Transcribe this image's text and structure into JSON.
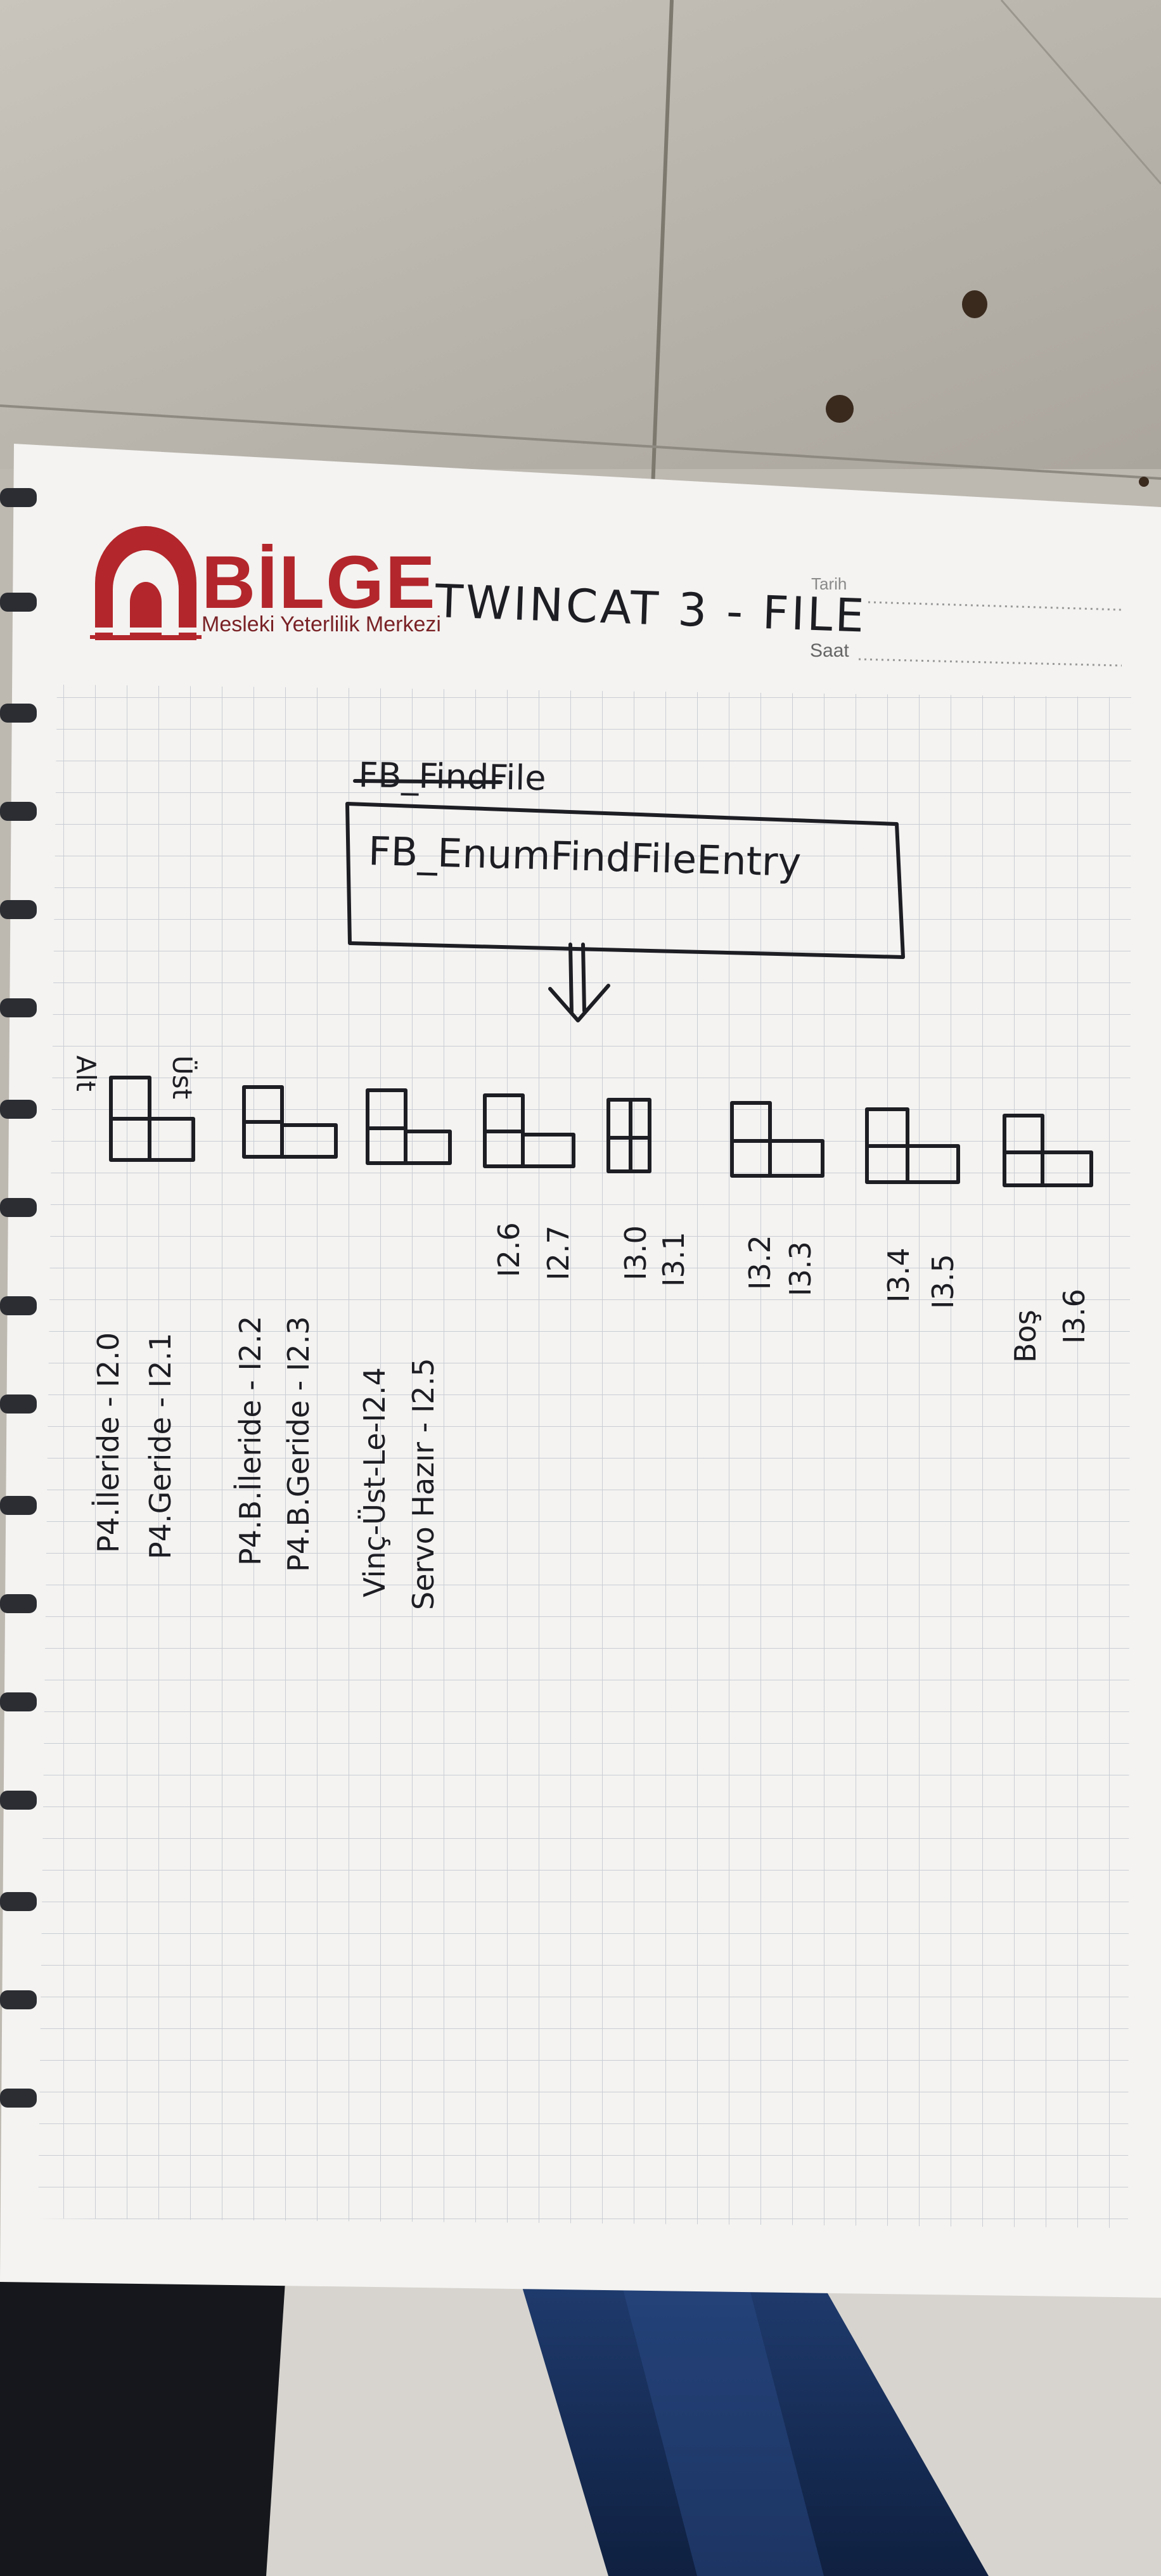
{
  "notebook": {
    "brand": {
      "name": "BİLGE",
      "subtitle": "Mesleki Yeterlilik Merkezi",
      "colors": {
        "brand": "#b3262b",
        "grid": "#c9cdd4",
        "ink": "#1d1d24"
      }
    },
    "header_fields": {
      "date_label": "Tarih",
      "time_label": "Saat"
    },
    "handwriting": {
      "page_title": "TWINCAT 3 - FILE",
      "struck_text": "FB_FindFile",
      "box_text": "FB_EnumFindFileEntry",
      "arrow": "down-arrow",
      "legend_bottom": "Alt",
      "legend_top": "Üst",
      "io_labels": [
        {
          "text": "P4.İleride - I2.0"
        },
        {
          "text": "P4.Geride - I2.1"
        },
        {
          "text": "P4.B.İleride - I2.2"
        },
        {
          "text": "P4.B.Geride - I2.3"
        },
        {
          "text": "Vinç-Üst-Le-I2.4"
        },
        {
          "text": "Servo Hazır - I2.5"
        },
        {
          "text": "I2.6"
        },
        {
          "text": "I2.7"
        },
        {
          "text": "I3.0"
        },
        {
          "text": "I3.1"
        },
        {
          "text": "I3.2"
        },
        {
          "text": "I3.3"
        },
        {
          "text": "I3.4"
        },
        {
          "text": "I3.5"
        },
        {
          "text": "Boş"
        },
        {
          "text": "I3.6"
        }
      ]
    }
  }
}
